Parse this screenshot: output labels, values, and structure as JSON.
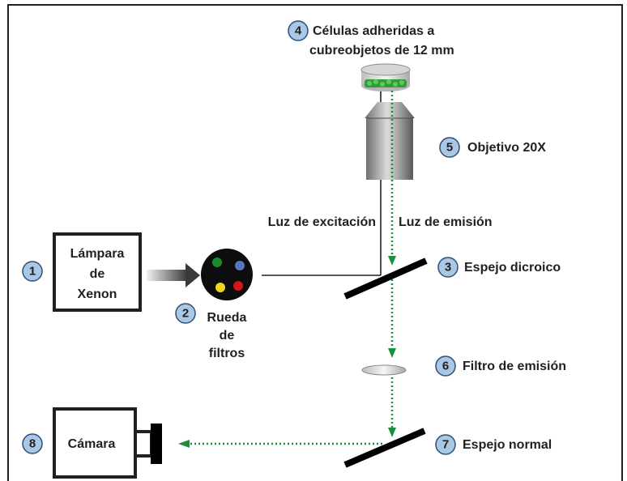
{
  "components": {
    "lamp": {
      "number": "1",
      "lines": [
        "Lámpara",
        "de",
        "Xenon"
      ]
    },
    "filter_wheel": {
      "number": "2",
      "lines": [
        "Rueda",
        "de",
        "filtros"
      ]
    },
    "dichroic_mirror": {
      "number": "3",
      "label": "Espejo dicroico"
    },
    "cells": {
      "number": "4",
      "lines": [
        "Células adheridas a",
        "cubreobjetos de 12 mm"
      ]
    },
    "objective": {
      "number": "5",
      "label": "Objetivo 20X"
    },
    "emission_filter": {
      "number": "6",
      "label": "Filtro de emisión"
    },
    "normal_mirror": {
      "number": "7",
      "label": "Espejo normal"
    },
    "camera": {
      "number": "8",
      "label": "Cámara"
    }
  },
  "light_labels": {
    "excitation": "Luz de excitación",
    "emission": "Luz de emisión"
  },
  "colors": {
    "emission_light": "#1a8f3c",
    "badge_fill": "#a9c8e6",
    "badge_stroke": "#2f4f76",
    "filter_dots": [
      "#1c8a2e",
      "#5a74c0",
      "#f0d61c",
      "#d4161c"
    ]
  }
}
